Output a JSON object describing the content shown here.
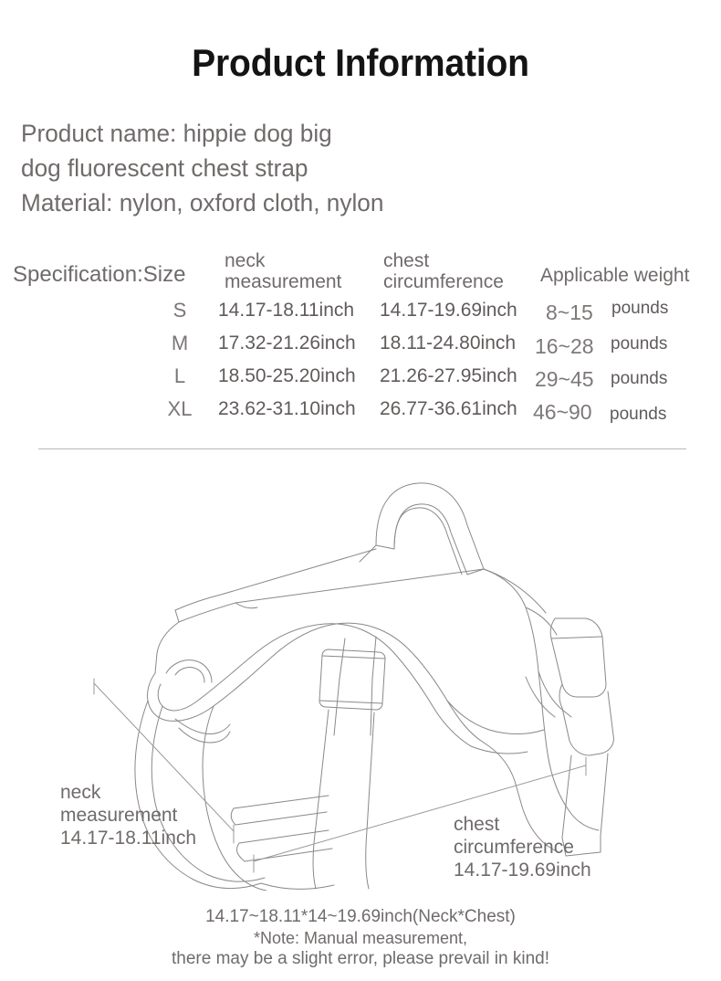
{
  "title": "Product Information",
  "description": {
    "lines": [
      "Product name: hippie dog big",
      "dog fluorescent chest strap",
      "Material: nylon, oxford cloth, nylon"
    ]
  },
  "spec_table": {
    "label": "Specification:Size",
    "headers": {
      "size": "Specification:Size",
      "neck": "neck\nmeasurement",
      "chest": "chest\ncircumference",
      "weight": "Applicable weight"
    },
    "rows": [
      {
        "size": "S",
        "neck": "14.17-18.11inch",
        "chest": "14.17-19.69inch",
        "weight": "8~15",
        "unit": "pounds"
      },
      {
        "size": "M",
        "neck": "17.32-21.26inch",
        "chest": "18.11-24.80inch",
        "weight": "16~28",
        "unit": "pounds"
      },
      {
        "size": "L",
        "neck": "18.50-25.20inch",
        "chest": "21.26-27.95inch",
        "weight": "29~45",
        "unit": "pounds"
      },
      {
        "size": "XL",
        "neck": "23.62-31.10inch",
        "chest": "26.77-36.61inch",
        "weight": "46~90",
        "unit": "pounds"
      }
    ]
  },
  "illustration": {
    "neck_annotation": "neck\nmeasurement\n14.17-18.11inch",
    "chest_annotation": "chest\ncircumference\n14.17-19.69inch"
  },
  "footer": {
    "line1": "14.17~18.11*14~19.69inch(Neck*Chest)",
    "line2": "*Note: Manual measurement,",
    "line3": "there may be a slight error, please prevail in kind!"
  },
  "colors": {
    "title": "#141414",
    "body_text": "#6f6b6a",
    "value_text": "#5f5b5a",
    "divider": "#b9b7b6",
    "line_art": "#8b8887"
  }
}
